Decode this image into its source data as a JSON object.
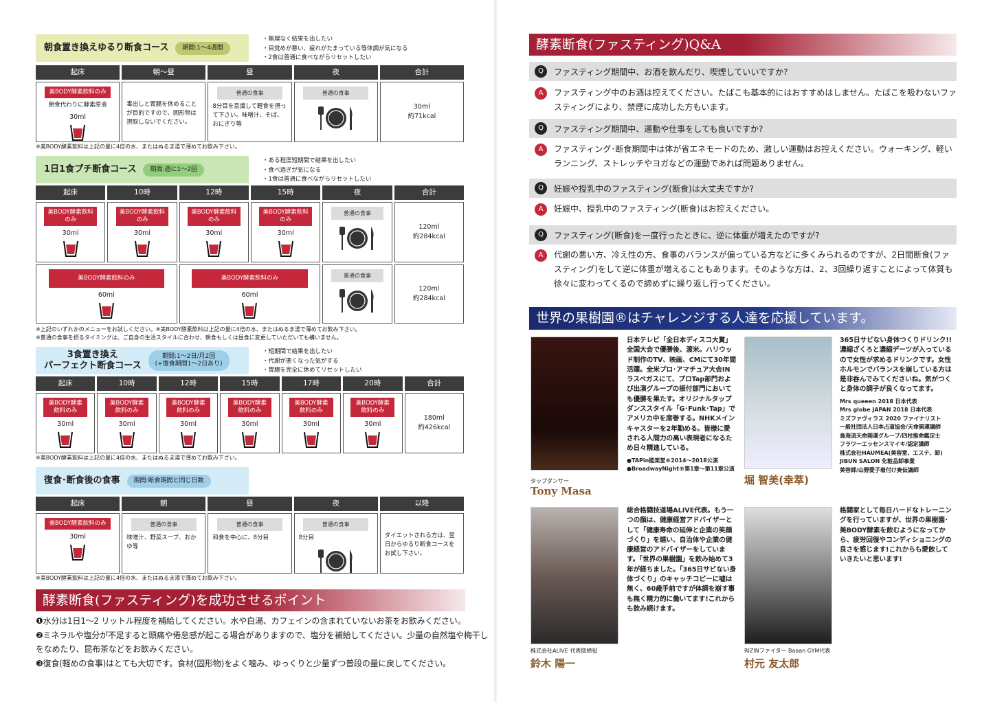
{
  "colors": {
    "red": "#c4283a",
    "header": "#3c3c3c",
    "course1_bg": "#e6ecb4",
    "course1_pill": "#bfc86e",
    "course2_bg": "#c9e6b4",
    "course2_pill": "#92cf7c",
    "course3_bg": "#d4ecf8",
    "course3_pill": "#9dcfe9",
    "course4_bg": "#d4ecf8",
    "course4_pill": "#9dcfe9"
  },
  "courses": [
    {
      "title": "朝食置き換えゆるり断食コース",
      "period": "期間:1～4週間",
      "bullets": [
        "・無理なく結果を出したい",
        "・目覚めが悪い、疲れがたまっている等体調が気になる",
        "・2食は普通に食べながらリセットしたい"
      ],
      "columns": [
        "起床",
        "朝～昼",
        "昼",
        "夜",
        "合計"
      ],
      "rows": [
        [
          {
            "type": "drink",
            "label": "美BODY酵素飲料のみ",
            "sub": "朝食代わりに酵素原液",
            "amount": "30ml"
          },
          {
            "type": "text",
            "text": "毒出しと胃腸を休めることが目的ですので、固形物は摂取しないでください。"
          },
          {
            "type": "meal",
            "label": "普通の食事",
            "text": "8分目を意識して軽食を摂って下さい。味噌汁、そば、おにぎり等",
            "plate": false
          },
          {
            "type": "meal",
            "label": "普通の食事",
            "plate": true
          },
          {
            "type": "total",
            "lines": [
              "30ml",
              "約71kcal"
            ]
          }
        ]
      ],
      "notes": [
        "※美BODY酵素飲料は上記の量に4倍の水、またはぬるま湯で薄めてお飲み下さい。"
      ]
    },
    {
      "title": "1日1食プチ断食コース",
      "period": "期間:週に1～2回",
      "bullets": [
        "・ある程度短期間で結果を出したい",
        "・食べ過ぎが気になる",
        "・1食は普通に食べながらリセットしたい"
      ],
      "columns": [
        "起床",
        "10時",
        "12時",
        "15時",
        "夜",
        "合計"
      ],
      "rows": [
        [
          {
            "type": "drink",
            "label": "美BODY酵素飲料のみ",
            "amount": "30ml"
          },
          {
            "type": "drink",
            "label": "美BODY酵素飲料のみ",
            "amount": "30ml"
          },
          {
            "type": "drink",
            "label": "美BODY酵素飲料のみ",
            "amount": "30ml"
          },
          {
            "type": "drink",
            "label": "美BODY酵素飲料のみ",
            "amount": "30ml"
          },
          {
            "type": "meal",
            "label": "普通の食事",
            "plate": true
          },
          {
            "type": "total",
            "lines": [
              "120ml",
              "約284kcal"
            ]
          }
        ],
        [
          {
            "type": "drink",
            "label": "美BODY酵素飲料のみ",
            "amount": "60ml",
            "span": 2
          },
          {
            "type": "drink",
            "label": "美BODY酵素飲料のみ",
            "amount": "60ml",
            "span": 2
          },
          {
            "type": "meal",
            "label": "普通の食事",
            "plate": true
          },
          {
            "type": "total",
            "lines": [
              "120ml",
              "約284kcal"
            ]
          }
        ]
      ],
      "notes": [
        "※上記のいずれかのメニューをお試しください。※美BODY酵素飲料は上記の量に4倍の水、またはぬるま湯で薄めてお飲み下さい。",
        "※普通の食事を摂るタイミングは、ご自身の生活スタイルに合わせ、朝食もしくは昼食に変更していただいても構いません。"
      ]
    },
    {
      "title": "3食置き換え\nパーフェクト断食コース",
      "period": "期間:1～2日/月2回\n(+復食期間1～2日あり)",
      "bullets": [
        "・短期間で結果を出したい",
        "・代謝が悪くなった気がする",
        "・胃腸を完全に休めてリセットしたい"
      ],
      "columns": [
        "起床",
        "10時",
        "12時",
        "15時",
        "17時",
        "20時",
        "合計"
      ],
      "rows": [
        [
          {
            "type": "drink",
            "label": "美BODY酵素飲料のみ",
            "amount": "30ml"
          },
          {
            "type": "drink",
            "label": "美BODY酵素飲料のみ",
            "amount": "30ml"
          },
          {
            "type": "drink",
            "label": "美BODY酵素飲料のみ",
            "amount": "30ml"
          },
          {
            "type": "drink",
            "label": "美BODY酵素飲料のみ",
            "amount": "30ml"
          },
          {
            "type": "drink",
            "label": "美BODY酵素飲料のみ",
            "amount": "30ml"
          },
          {
            "type": "drink",
            "label": "美BODY酵素飲料のみ",
            "amount": "30ml"
          },
          {
            "type": "total",
            "lines": [
              "180ml",
              "約426kcal"
            ]
          }
        ]
      ],
      "notes": [
        "※美BODY酵素飲料は上記の量に4倍の水、またはぬるま湯で薄めてお飲み下さい。"
      ]
    },
    {
      "title": "復食･断食後の食事",
      "period": "期間:断食期間と同じ日数",
      "bullets": [],
      "columns": [
        "起床",
        "朝",
        "昼",
        "夜",
        "以降"
      ],
      "rows": [
        [
          {
            "type": "drink",
            "label": "美BODY酵素飲料のみ",
            "amount": "30ml"
          },
          {
            "type": "meal",
            "label": "普通の食事",
            "text": "味噌汁、野菜スープ、おかゆ等",
            "plate": false
          },
          {
            "type": "meal",
            "label": "普通の食事",
            "text": "和食を中心に、8分目",
            "plate": false
          },
          {
            "type": "meal",
            "label": "普通の食事",
            "text": "8分目",
            "plate": true
          },
          {
            "type": "text",
            "text": "ダイエットされる方は、翌日からゆるり断食コースをお試し下さい。",
            "center": true
          }
        ]
      ],
      "notes": [
        "※美BODY酵素飲料は上記の量に4倍の水、またはぬるま湯で薄めてお飲み下さい。"
      ]
    }
  ],
  "points": {
    "title": "酵素断食(ファスティング)を成功させるポイント",
    "items": [
      "❶水分は1日1～2 リットル程度を補給してください。水や白湯、カフェインの含まれていないお茶をお飲みください。",
      "❷ミネラルや塩分が不足すると頭痛や倦怠感が起こる場合がありますので、塩分を補給してください。少量の自然塩や梅干しをなめたり、昆布茶などをお飲みください。",
      "❸復食(軽めの食事)はとても大切です。食材(固形物)をよく噛み、ゆっくりと少量ずつ普段の量に戻してください。"
    ]
  },
  "qa": {
    "title": "酵素断食(ファスティング)Q&A",
    "q_mark": "Q",
    "a_mark": "A",
    "items": [
      {
        "q": "ファスティング期間中、お酒を飲んだり、喫煙していいですか?",
        "a": "ファスティング中のお酒は控えてください。たばこも基本的にはおすすめはしません。たばこを吸わないファスティングにより、禁煙に成功した方もいます。"
      },
      {
        "q": "ファスティング期間中、運動や仕事をしても良いですか?",
        "a": "ファスティング･断食期間中は体が省エネモードのため、激しい運動はお控えください。ウォーキング、軽いランニング、ストレッチやヨガなどの運動であれば問題ありません。"
      },
      {
        "q": "妊娠や授乳中のファスティング(断食)は大丈夫ですか?",
        "a": "妊娠中、授乳中のファスティング(断食)はお控えください。"
      },
      {
        "q": "ファスティング(断食)を一度行ったときに、逆に体重が増えたのですが?",
        "a": "代謝の悪い方、冷え性の方、食事のバランスが偏っている方などに多くみられるのですが、2日間断食(ファスティング)をして逆に体重が増えることもあります。そのような方は、2、3回繰り返すことによって体質も徐々に変わってくるので諦めずに繰り返し行ってください。"
      }
    ]
  },
  "supporters": {
    "title": "世界の果樹園®はチャレンジする人達を応援しています。",
    "people": [
      {
        "role": "タップダンサー",
        "name": "Tony Masa",
        "text": "日本テレビ「全日本ディスコ大賞」全国大会で優勝後、渡米。ハリウッド制作のTV、映画、CMにて30年間活躍。全米プロ･アマチュア大会INラスベガスにて、プロTap部門および出演グループの振付部門においても優勝を果たす。オリジナルタップダンススタイル「G･Funk･Tap」でアメリカ中を席巻する。NHKメインキャスターを2年勤める。皆様に愛される人間力の高い表現者になるため日々精進している。",
        "extra": [
          "●TAPin能楽堂®2014～2018公演",
          "●BroadwayNight®第1章～第11章公演"
        ]
      },
      {
        "role": "",
        "name": "堀 智美(幸萃)",
        "text": "365日サビない身体つくりドリンク!!濃縮ざくろと濃縮デーツが入っているので女性が求めるドリンクです。女性ホルモンでバランスを崩している方は是非呑んでみてくださいね。気がつくと身体の調子が良くなってます。",
        "extra": [
          "Mrs queeen 2018 日本代表",
          "Mrs globe JAPAN 2018 日本代表",
          "ミズファヴィラス 2020 ファイナリスト",
          "一般社団法人日本占道協会/天命開運講師",
          "鳥海流天命開運グループ/四柱推命鑑定士",
          "フラワーエッセンスマイキ/認定講師",
          "株式会社HAUMEA(美容室、エステ、卸)",
          "JIBUN SALON 化粧品卸事業",
          "美容師/山野愛子着付け奥伝講師"
        ]
      },
      {
        "role": "株式会社ALIVE 代表取締役",
        "name": "鈴木 陽一",
        "text": "総合格闘技道場ALIVE代表。もう一つの顔は、健康経営アドバイザーとして「健康寿命の延伸と企業の笑顔づくり」を謳い、自治体や企業の健康経営のアドバイザーをしています。「世界の果樹園」を飲み始めて3年が経ちました。「365日サビない身体づくり」のキャッチコピーに嘘は無く、60歳手前ですが体調を崩す事も無く精力的に働いてます!これからも飲み続けます。",
        "extra": []
      },
      {
        "role": "RIZINファイター Baaan GYM代表",
        "name": "村元 友太郎",
        "text": "格闘家として毎日ハードなトレーニングを行っていますが、世界の果樹園･美BODY酵素を飲むようになってから、疲労回復やコンディショニングの良さを感じます!これからも愛飲していきたいと思います!",
        "extra": []
      }
    ]
  }
}
